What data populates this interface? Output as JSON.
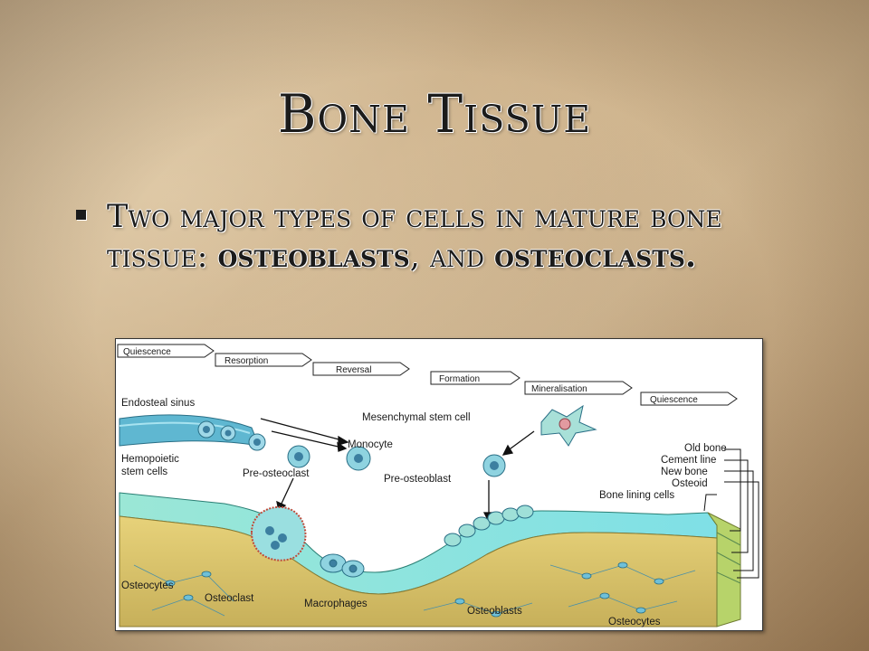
{
  "slide": {
    "title": "Bone Tissue",
    "bullet": {
      "text_a": "Two major types of cells in mature bone tissue: ",
      "bold_a": "osteoblasts",
      "text_b": ", and ",
      "bold_b": "osteoclasts."
    }
  },
  "diagram": {
    "stages": [
      "Quiescence",
      "Resorption",
      "Reversal",
      "Formation",
      "Mineralisation",
      "Quiescence"
    ],
    "labels": {
      "endosteal_sinus": "Endosteal sinus",
      "mesenchymal": "Mesenchymal stem cell",
      "monocyte": "Monocyte",
      "hemopoietic_1": "Hemopoietic",
      "hemopoietic_2": "stem cells",
      "pre_osteoclast": "Pre-osteoclast",
      "pre_osteoblast": "Pre-osteoblast",
      "old_bone": "Old bone",
      "cement_line": "Cement line",
      "new_bone": "New bone",
      "osteoid": "Osteoid",
      "bone_lining": "Bone lining cells",
      "osteocytes_left": "Osteocytes",
      "osteoclast": "Osteoclast",
      "macrophages": "Macrophages",
      "osteoblasts": "Osteoblasts",
      "osteocytes_bottom": "Osteocytes"
    },
    "colors": {
      "bone_top": "#7fe0d6",
      "bone_side": "#d9c46a",
      "cell": "#8fd3e0",
      "sinus": "#5fb7d1"
    }
  }
}
